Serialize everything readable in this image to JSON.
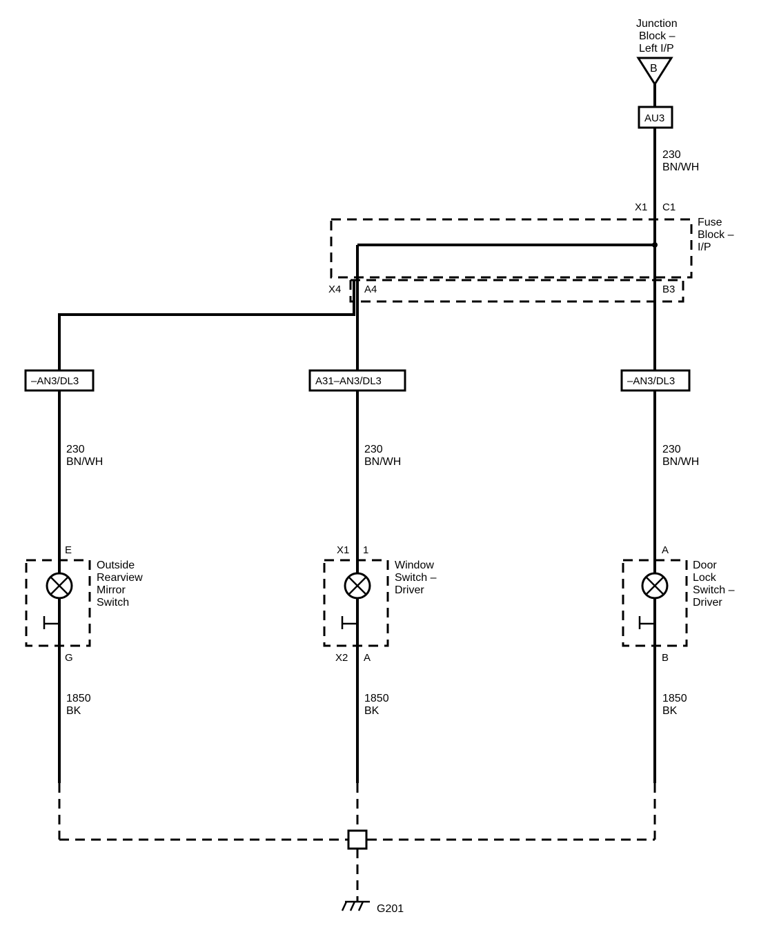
{
  "junction_block": {
    "label_lines": [
      "Junction",
      "Block –",
      "Left I/P"
    ],
    "terminal": "B"
  },
  "fuse": {
    "name": "AU3"
  },
  "supply_wire": {
    "circuit": "230",
    "color": "BN/WH"
  },
  "fuse_block": {
    "label_lines": [
      "Fuse",
      "Block –",
      "I/P"
    ],
    "pins": {
      "x1": "X1",
      "c1": "C1",
      "x4": "X4",
      "a4": "A4",
      "b3": "B3"
    }
  },
  "branches": {
    "left": {
      "option": "–AN3/DL3",
      "wire": {
        "circuit": "230",
        "color": "BN/WH"
      },
      "pin_top": "E",
      "component_lines": [
        "Outside",
        "Rearview",
        "Mirror",
        "Switch"
      ],
      "pin_bottom": "G",
      "ground_wire": {
        "circuit": "1850",
        "color": "BK"
      }
    },
    "center": {
      "option": "A31–AN3/DL3",
      "wire": {
        "circuit": "230",
        "color": "BN/WH"
      },
      "conn_top": "X1",
      "pin_top": "1",
      "component_lines": [
        "Window",
        "Switch –",
        "Driver"
      ],
      "conn_bottom": "X2",
      "pin_bottom": "A",
      "ground_wire": {
        "circuit": "1850",
        "color": "BK"
      }
    },
    "right": {
      "option": "–AN3/DL3",
      "wire": {
        "circuit": "230",
        "color": "BN/WH"
      },
      "pin_top": "A",
      "component_lines": [
        "Door",
        "Lock",
        "Switch –",
        "Driver"
      ],
      "pin_bottom": "B",
      "ground_wire": {
        "circuit": "1850",
        "color": "BK"
      }
    }
  },
  "ground": {
    "name": "G201"
  }
}
